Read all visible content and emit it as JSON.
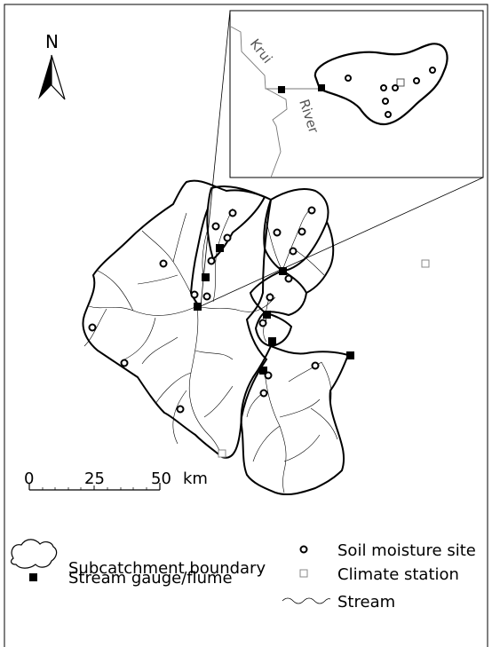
{
  "north_arrow": {
    "label": "N"
  },
  "inset": {
    "river_labels": [
      "Krui",
      "River"
    ]
  },
  "scale_bar": {
    "ticks": [
      "0",
      "25",
      "50"
    ],
    "unit": "km"
  },
  "legend": {
    "subcatchment_boundary": "Subcatchment boundary",
    "stream_gauge": "Stream gauge/flume",
    "soil_moisture_site": "Soil moisture site",
    "climate_station": "Climate station",
    "stream": "Stream"
  }
}
